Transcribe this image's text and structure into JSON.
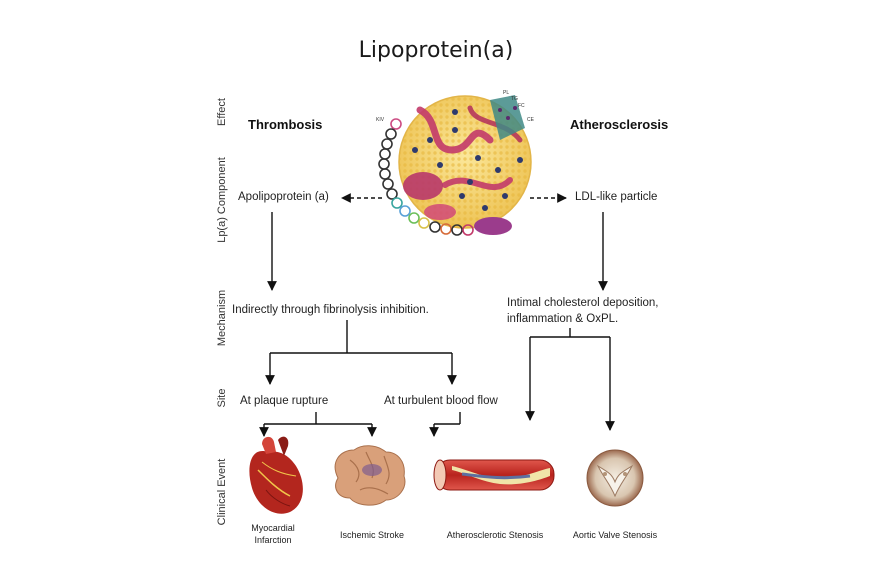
{
  "title": "Lipoprotein(a)",
  "row_labels": {
    "effect": "Effect",
    "component": "Lp(a) Component",
    "mechanism": "Mechanism",
    "site": "Site",
    "clinical_event": "Clinical Event"
  },
  "effects": {
    "left": "Thrombosis",
    "right": "Atherosclerosis"
  },
  "components": {
    "left": "Apolipoprotein (a)",
    "right": "LDL-like particle"
  },
  "mechanisms": {
    "left": "Indirectly through fibrinolysis inhibition.",
    "right_line1": "Intimal cholesterol deposition,",
    "right_line2": "inflammation & OxPL."
  },
  "sites": {
    "left": "At plaque rupture",
    "right": "At turbulent blood flow"
  },
  "clinical_events": {
    "mi_line1": "Myocardial",
    "mi_line2": "Infarction",
    "stroke": "Ischemic Stroke",
    "athero": "Atherosclerotic Stenosis",
    "aortic": "Aortic Valve Stenosis"
  },
  "particle_labels": {
    "pl": "PL",
    "tg": "TG",
    "fc": "FC",
    "ce": "CE",
    "kiv": "KIV"
  },
  "icons": [
    "lipoprotein-particle-illustration",
    "heart-icon",
    "brain-icon",
    "artery-icon",
    "aortic-valve-icon"
  ],
  "colors": {
    "particle_fill": "#f2d36b",
    "apob": "#c23a6a",
    "heart": "#b3261e",
    "artery": "#c8302a",
    "brain": "#d9a07a",
    "valve": "#e8dccd"
  }
}
